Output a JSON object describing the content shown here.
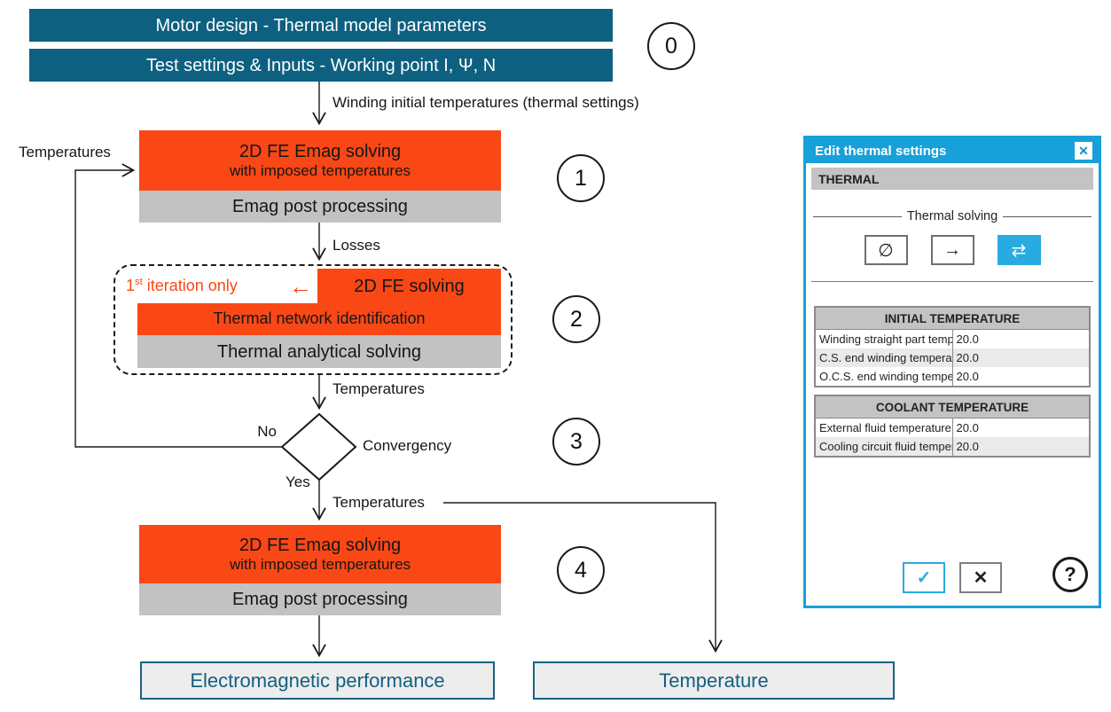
{
  "colors": {
    "teal": "#0d6080",
    "orange": "#f94816",
    "gray_box": "#c2c2c2",
    "dialog_blue": "#18a0d8",
    "selected_cyan": "#29abe2",
    "output_text_teal": "#13607f"
  },
  "flowchart": {
    "top": {
      "box1": "Motor design - Thermal model parameters",
      "box2": "Test settings & Inputs - Working point I, Ψ, N"
    },
    "steps": {
      "s0": "0",
      "s1": "1",
      "s2": "2",
      "s3": "3",
      "s4": "4"
    },
    "arrow_labels": {
      "winding": "Winding initial temperatures (thermal settings)",
      "feedback": "Temperatures",
      "losses": "Losses",
      "temps_after_step2": "Temperatures",
      "temps_after_decision": "Temperatures",
      "no": "No",
      "yes": "Yes",
      "convergency": "Convergency"
    },
    "step1": {
      "title": "2D FE Emag solving",
      "subtitle": "with imposed temperatures",
      "post": "Emag post processing"
    },
    "step2": {
      "iter_num": "1",
      "iter_sup": "st",
      "iter_text": " iteration only",
      "arrow_icon": "←",
      "solving": "2D FE solving",
      "network": "Thermal network identification",
      "analytical": "Thermal analytical solving"
    },
    "step4": {
      "title": "2D FE Emag solving",
      "subtitle": "with imposed temperatures",
      "post": "Emag post processing"
    },
    "outputs": {
      "left": "Electromagnetic performance",
      "right": "Temperature"
    }
  },
  "dialog": {
    "title": "Edit thermal settings",
    "close_icon": "✕",
    "section": "THERMAL",
    "group": "Thermal solving",
    "buttons": {
      "none_icon": "∅",
      "oneway_icon": "→",
      "twoway_icon": "⇄"
    },
    "tables": [
      {
        "header": "INITIAL TEMPERATURE",
        "rows": [
          {
            "label": "Winding straight part temperature (°C)",
            "value": "20.0"
          },
          {
            "label": "C.S. end winding temperature (°C)",
            "value": "20.0"
          },
          {
            "label": "O.C.S. end winding temperature (°C)",
            "value": "20.0"
          }
        ]
      },
      {
        "header": "COOLANT TEMPERATURE",
        "rows": [
          {
            "label": "External fluid temperature (°C)",
            "value": "20.0"
          },
          {
            "label": "Cooling circuit fluid temperature (°C)",
            "value": "20.0"
          }
        ]
      }
    ],
    "footer": {
      "ok_icon": "✓",
      "cancel_icon": "✕",
      "help_icon": "?"
    }
  }
}
